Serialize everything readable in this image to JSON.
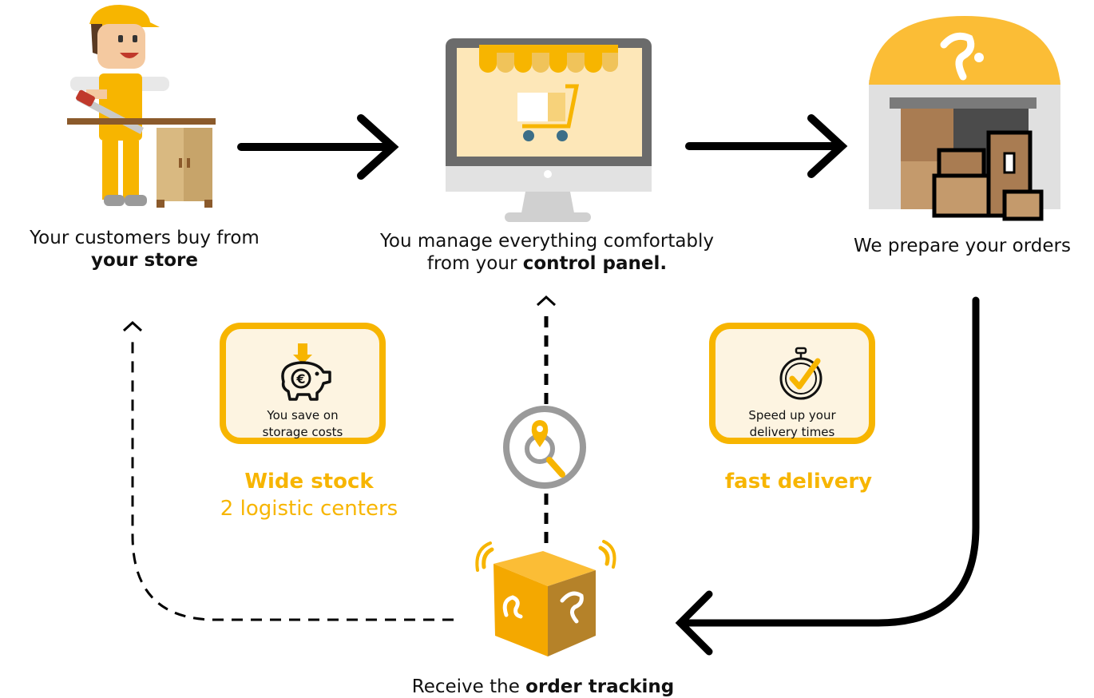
{
  "steps": {
    "store": {
      "line1": "Your customers buy from",
      "bold": "your store"
    },
    "panel": {
      "line1": "You manage everything comfortably",
      "pre": "from your",
      "bold": "control panel."
    },
    "warehouse": {
      "line1": "We prepare your orders"
    },
    "tracking": {
      "pre": "Receive the",
      "bold": "order tracking"
    }
  },
  "cards": {
    "storage": {
      "line1": "You save on",
      "line2": "storage costs",
      "icon": "piggy-bank-euro-icon"
    },
    "delivery": {
      "line1": "Speed up your",
      "line2": "delivery times",
      "icon": "stopwatch-check-icon"
    }
  },
  "labels": {
    "wide_stock": "Wide stock",
    "logistic": "2 logistic centers",
    "fast_delivery": "fast delivery"
  },
  "colors": {
    "accent": "#f7b500",
    "card_bg": "#fdf4e1",
    "arrow": "#000000"
  }
}
